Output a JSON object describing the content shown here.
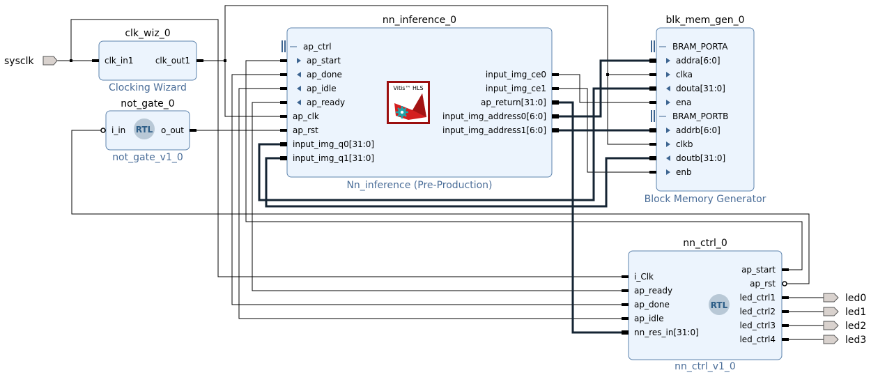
{
  "external_ports": {
    "sysclk": "sysclk",
    "led0": "led0",
    "led1": "led1",
    "led2": "led2",
    "led3": "led3"
  },
  "clk_wiz": {
    "instance": "clk_wiz_0",
    "ip_name": "Clocking Wizard",
    "pins": {
      "clk_in1": "clk_in1",
      "clk_out1": "clk_out1"
    }
  },
  "not_gate": {
    "instance": "not_gate_0",
    "ip_name": "not_gate_v1_0",
    "logo": "RTL",
    "pins": {
      "i_in": "i_in",
      "o_out": "o_out"
    }
  },
  "nn_inference": {
    "instance": "nn_inference_0",
    "ip_name": "Nn_inference (Pre-Production)",
    "logo_line1": "Vitis™ HLS",
    "left_pins": {
      "ap_ctrl": "ap_ctrl",
      "ap_start": "ap_start",
      "ap_done": "ap_done",
      "ap_idle": "ap_idle",
      "ap_ready": "ap_ready",
      "ap_clk": "ap_clk",
      "ap_rst": "ap_rst",
      "input_img_q0": "input_img_q0[31:0]",
      "input_img_q1": "input_img_q1[31:0]"
    },
    "right_pins": {
      "input_img_ce0": "input_img_ce0",
      "input_img_ce1": "input_img_ce1",
      "ap_return": "ap_return[31:0]",
      "input_img_address0": "input_img_address0[6:0]",
      "input_img_address1": "input_img_address1[6:0]"
    }
  },
  "blk_mem": {
    "instance": "blk_mem_gen_0",
    "ip_name": "Block Memory Generator",
    "pins": {
      "bram_porta": "BRAM_PORTA",
      "addra": "addra[6:0]",
      "clka": "clka",
      "douta": "douta[31:0]",
      "ena": "ena",
      "bram_portb": "BRAM_PORTB",
      "addrb": "addrb[6:0]",
      "clkb": "clkb",
      "doutb": "doutb[31:0]",
      "enb": "enb"
    }
  },
  "nn_ctrl": {
    "instance": "nn_ctrl_0",
    "ip_name": "nn_ctrl_v1_0",
    "logo": "RTL",
    "left_pins": {
      "i_clk": "i_Clk",
      "ap_ready": "ap_ready",
      "ap_done": "ap_done",
      "ap_idle": "ap_idle",
      "nn_res_in": "nn_res_in[31:0]"
    },
    "right_pins": {
      "ap_start": "ap_start",
      "ap_rst": "ap_rst",
      "led_ctrl1": "led_ctrl1",
      "led_ctrl2": "led_ctrl2",
      "led_ctrl3": "led_ctrl3",
      "led_ctrl4": "led_ctrl4"
    }
  },
  "colors": {
    "block_fill": "#ecf4fd",
    "block_stroke": "#5d83ad",
    "subtitle": "#4a6d98",
    "bus": "#152433",
    "hls_logo": "#9b0f0f"
  }
}
